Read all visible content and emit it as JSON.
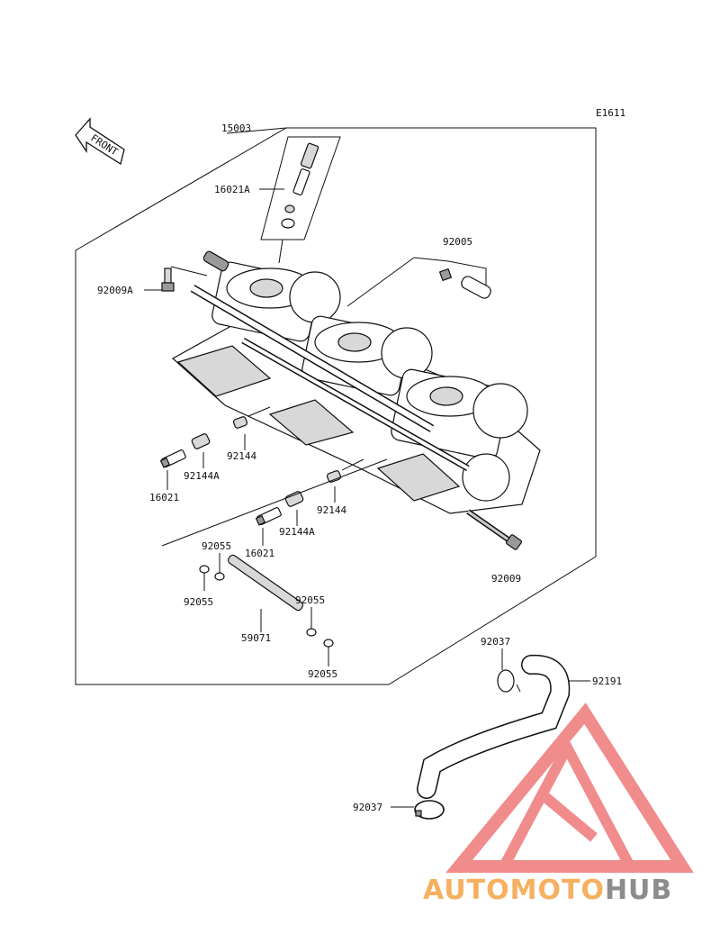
{
  "diagram": {
    "ref_code": "E1611",
    "front_label": "FRONT",
    "callouts": {
      "assembly": "15003",
      "pilot_screw_set_a": "16021A",
      "top_cap": "92005",
      "bolt_a": "92009A",
      "spring_92144_upper": "92144",
      "spring_92144a_left": "92144A",
      "screw_16021_left": "16021",
      "spring_92144_lower": "92144",
      "spring_92144a_lower": "92144A",
      "screw_16021_lower": "16021",
      "oring_top_left": "92055",
      "oring_left": "92055",
      "oring_right": "92055",
      "oring_bottom": "92055",
      "pipe": "59071",
      "bolt": "92009",
      "clamp_top": "92037",
      "hose": "92191",
      "clamp_bottom": "92037"
    }
  },
  "watermark": {
    "text_part1": "AUTOMOTO",
    "text_part2": "HUB",
    "color_logo": "#f08080",
    "color_orange": "#f5b060",
    "color_grey": "#8c8c8c"
  }
}
